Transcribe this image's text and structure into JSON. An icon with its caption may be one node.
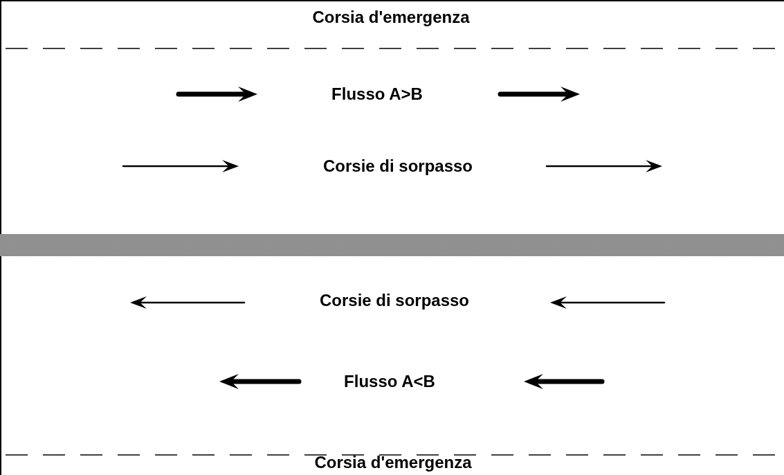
{
  "diagram": {
    "labels": [
      "Corsia d'emergenza",
      "Flusso A>B",
      "Corsie di sorpasso",
      "Corsie di sorpasso",
      "Flusso A<B",
      "Corsia d'emergenza"
    ]
  }
}
